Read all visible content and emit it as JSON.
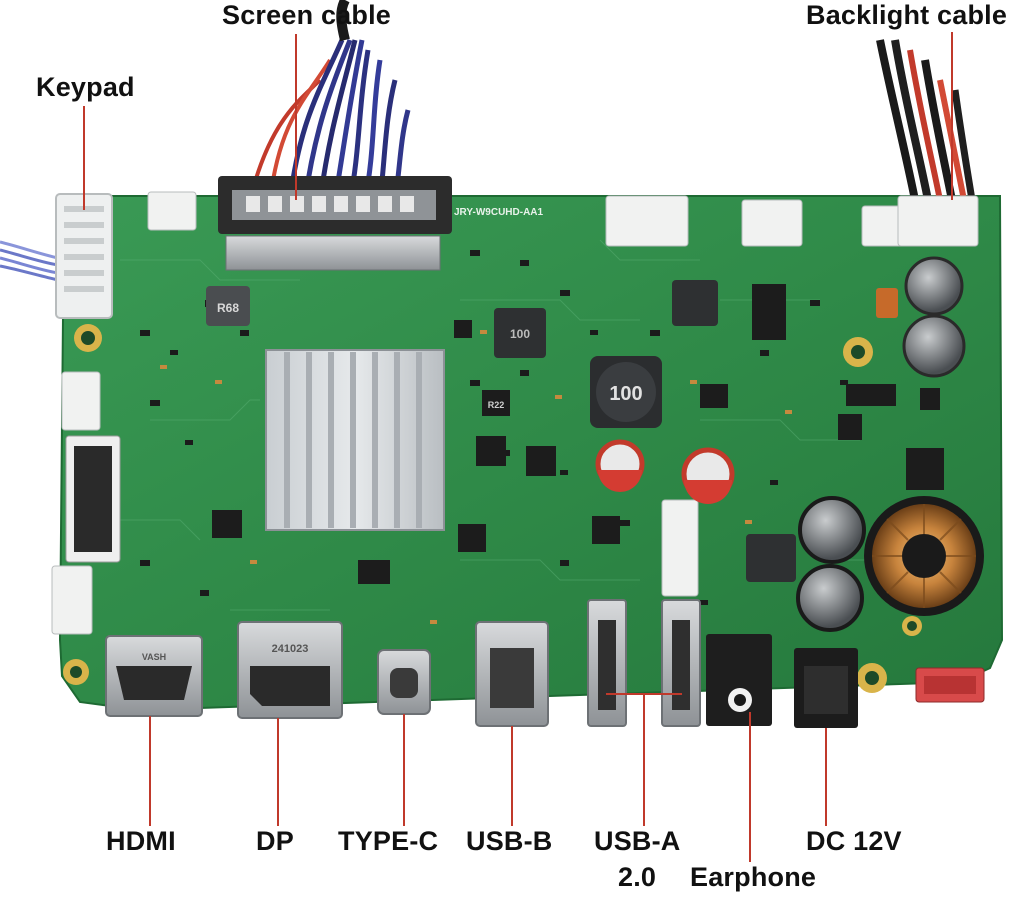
{
  "labels": {
    "screen_cable": "Screen cable",
    "backlight_cable": "Backlight cable",
    "keypad": "Keypad",
    "hdmi": "HDMI",
    "dp": "DP",
    "type_c": "TYPE-C",
    "usb_b": "USB-B",
    "usb_a_line1": "USB-A",
    "usb_a_line2": "2.0",
    "earphone": "Earphone",
    "dc_12v": "DC 12V"
  },
  "board": {
    "model": "JRY-W9CUHD-AA1",
    "inductor_100": "100",
    "resistor_r68": "R68",
    "chip_r22": "R22",
    "hdmi_port_mark": "VASH",
    "dp_port_mark": "241023"
  },
  "colors": {
    "pcb_green": "#2f8a48",
    "callout_line": "#c0392b",
    "label_text": "#111111"
  }
}
